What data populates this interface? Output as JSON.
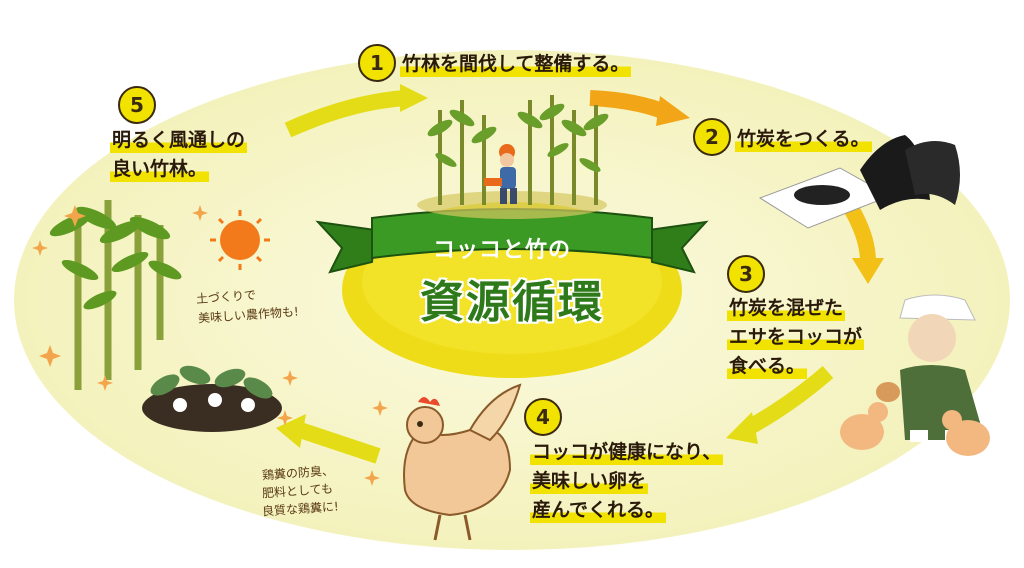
{
  "center": {
    "banner_text": "コッコと竹の",
    "title": "資源循環"
  },
  "steps": [
    {
      "number": "1",
      "lines": [
        "竹林を間伐して整備する。"
      ]
    },
    {
      "number": "2",
      "lines": [
        "竹炭をつくる。"
      ]
    },
    {
      "number": "3",
      "lines": [
        "竹炭を混ぜた",
        "エサをコッコが",
        "食べる。"
      ]
    },
    {
      "number": "4",
      "lines": [
        "コッコが健康になり、",
        "美味しい卵を",
        "産んでくれる。"
      ]
    },
    {
      "number": "5",
      "lines": [
        "明るく風通しの",
        "良い竹林。"
      ]
    }
  ],
  "notes": {
    "farm": [
      "土づくりで",
      "美味しい農作物も!"
    ],
    "manure": [
      "鶏糞の防臭、",
      "肥料としても",
      "良質な鶏糞に!"
    ]
  },
  "colors": {
    "oval": "#f5f3c4",
    "arrow_orange": "#f2a516",
    "arrow_yellow": "#e3dc16",
    "badge_yellow": "#f2e200",
    "banner_green": "#3a9a23",
    "center_yellow": "#f0df1a"
  },
  "icons": [
    "bamboo-grove-icon",
    "worker-icon",
    "charcoal-icon",
    "farmer-icon",
    "chick-icon",
    "hen-icon",
    "sun-icon",
    "vegetable-icon",
    "sparkle-icon"
  ]
}
